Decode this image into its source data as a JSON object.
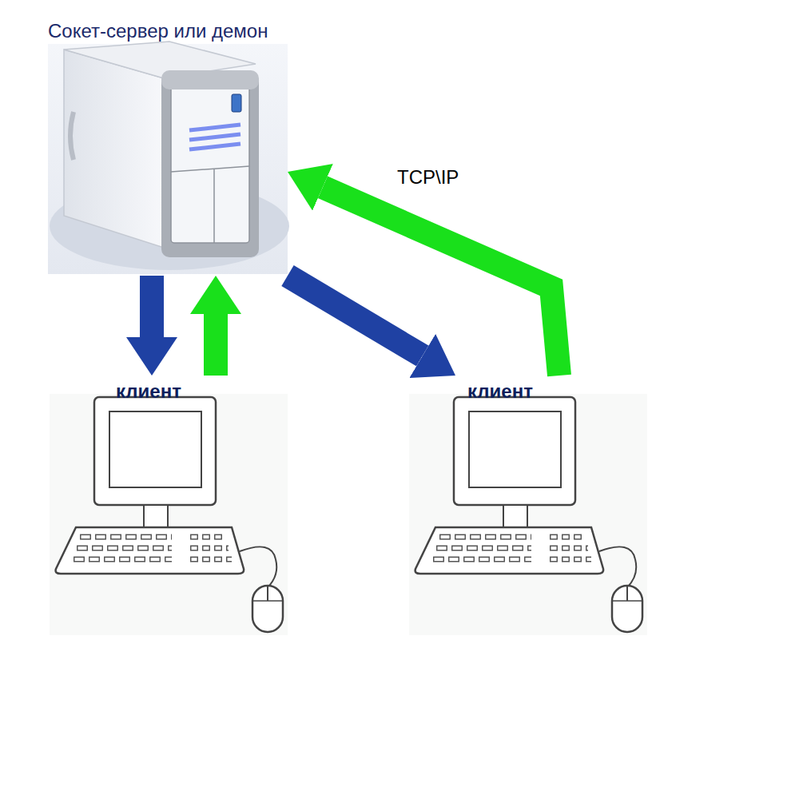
{
  "diagram": {
    "nodes": [
      {
        "text": [
          "Сокет-сервер или демон"
        ]
      },
      {
        "text": [
          "клиент"
        ]
      },
      {
        "text": [
          "клиент"
        ]
      }
    ],
    "edges": [
      {
        "from": 0,
        "to": 1,
        "arrow": "to"
      },
      {
        "from": 1,
        "to": 0,
        "arrow": "to"
      },
      {
        "from": 0,
        "to": 2,
        "arrow": "to"
      },
      {
        "from": 2,
        "to": 0,
        "label": "TCP\\IP",
        "arrow": "to"
      }
    ]
  }
}
